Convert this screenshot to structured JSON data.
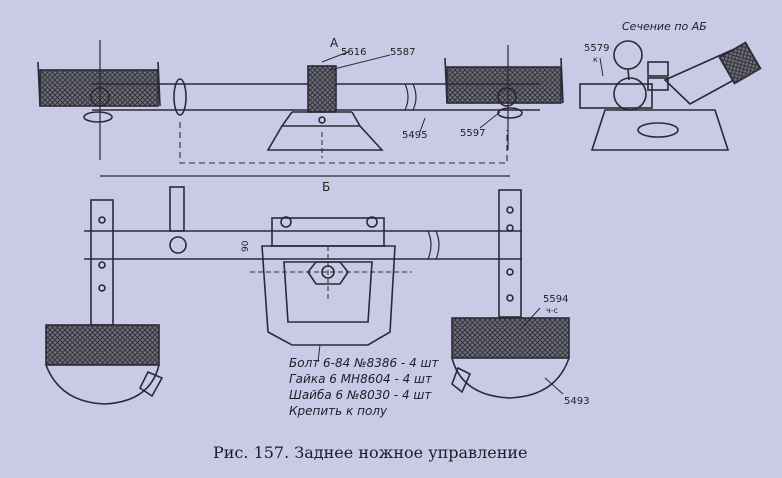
{
  "labels": {
    "a": "А",
    "b": "Б",
    "p5616": "5616",
    "p5587": "5587",
    "p5495": "5495",
    "p5597": "5597",
    "p5579": "5579",
    "p5579_sub": "к",
    "p5594": "5594",
    "p5594_sub": "ч-с",
    "p5493": "5493",
    "p90": "90",
    "section": "Сечение по АБ"
  },
  "notes": [
    "Болт 6-84 №8386 - 4 шт",
    "Гайка 6 МН8604 - 4 шт",
    "Шайба 6 №8030 - 4 шт",
    "Крепить к полу"
  ],
  "caption": "Рис. 157. Заднее ножное управление",
  "colors": {
    "ink": "#2a2a36",
    "hatch": "#4a4a52",
    "paper": "#cacae6"
  }
}
